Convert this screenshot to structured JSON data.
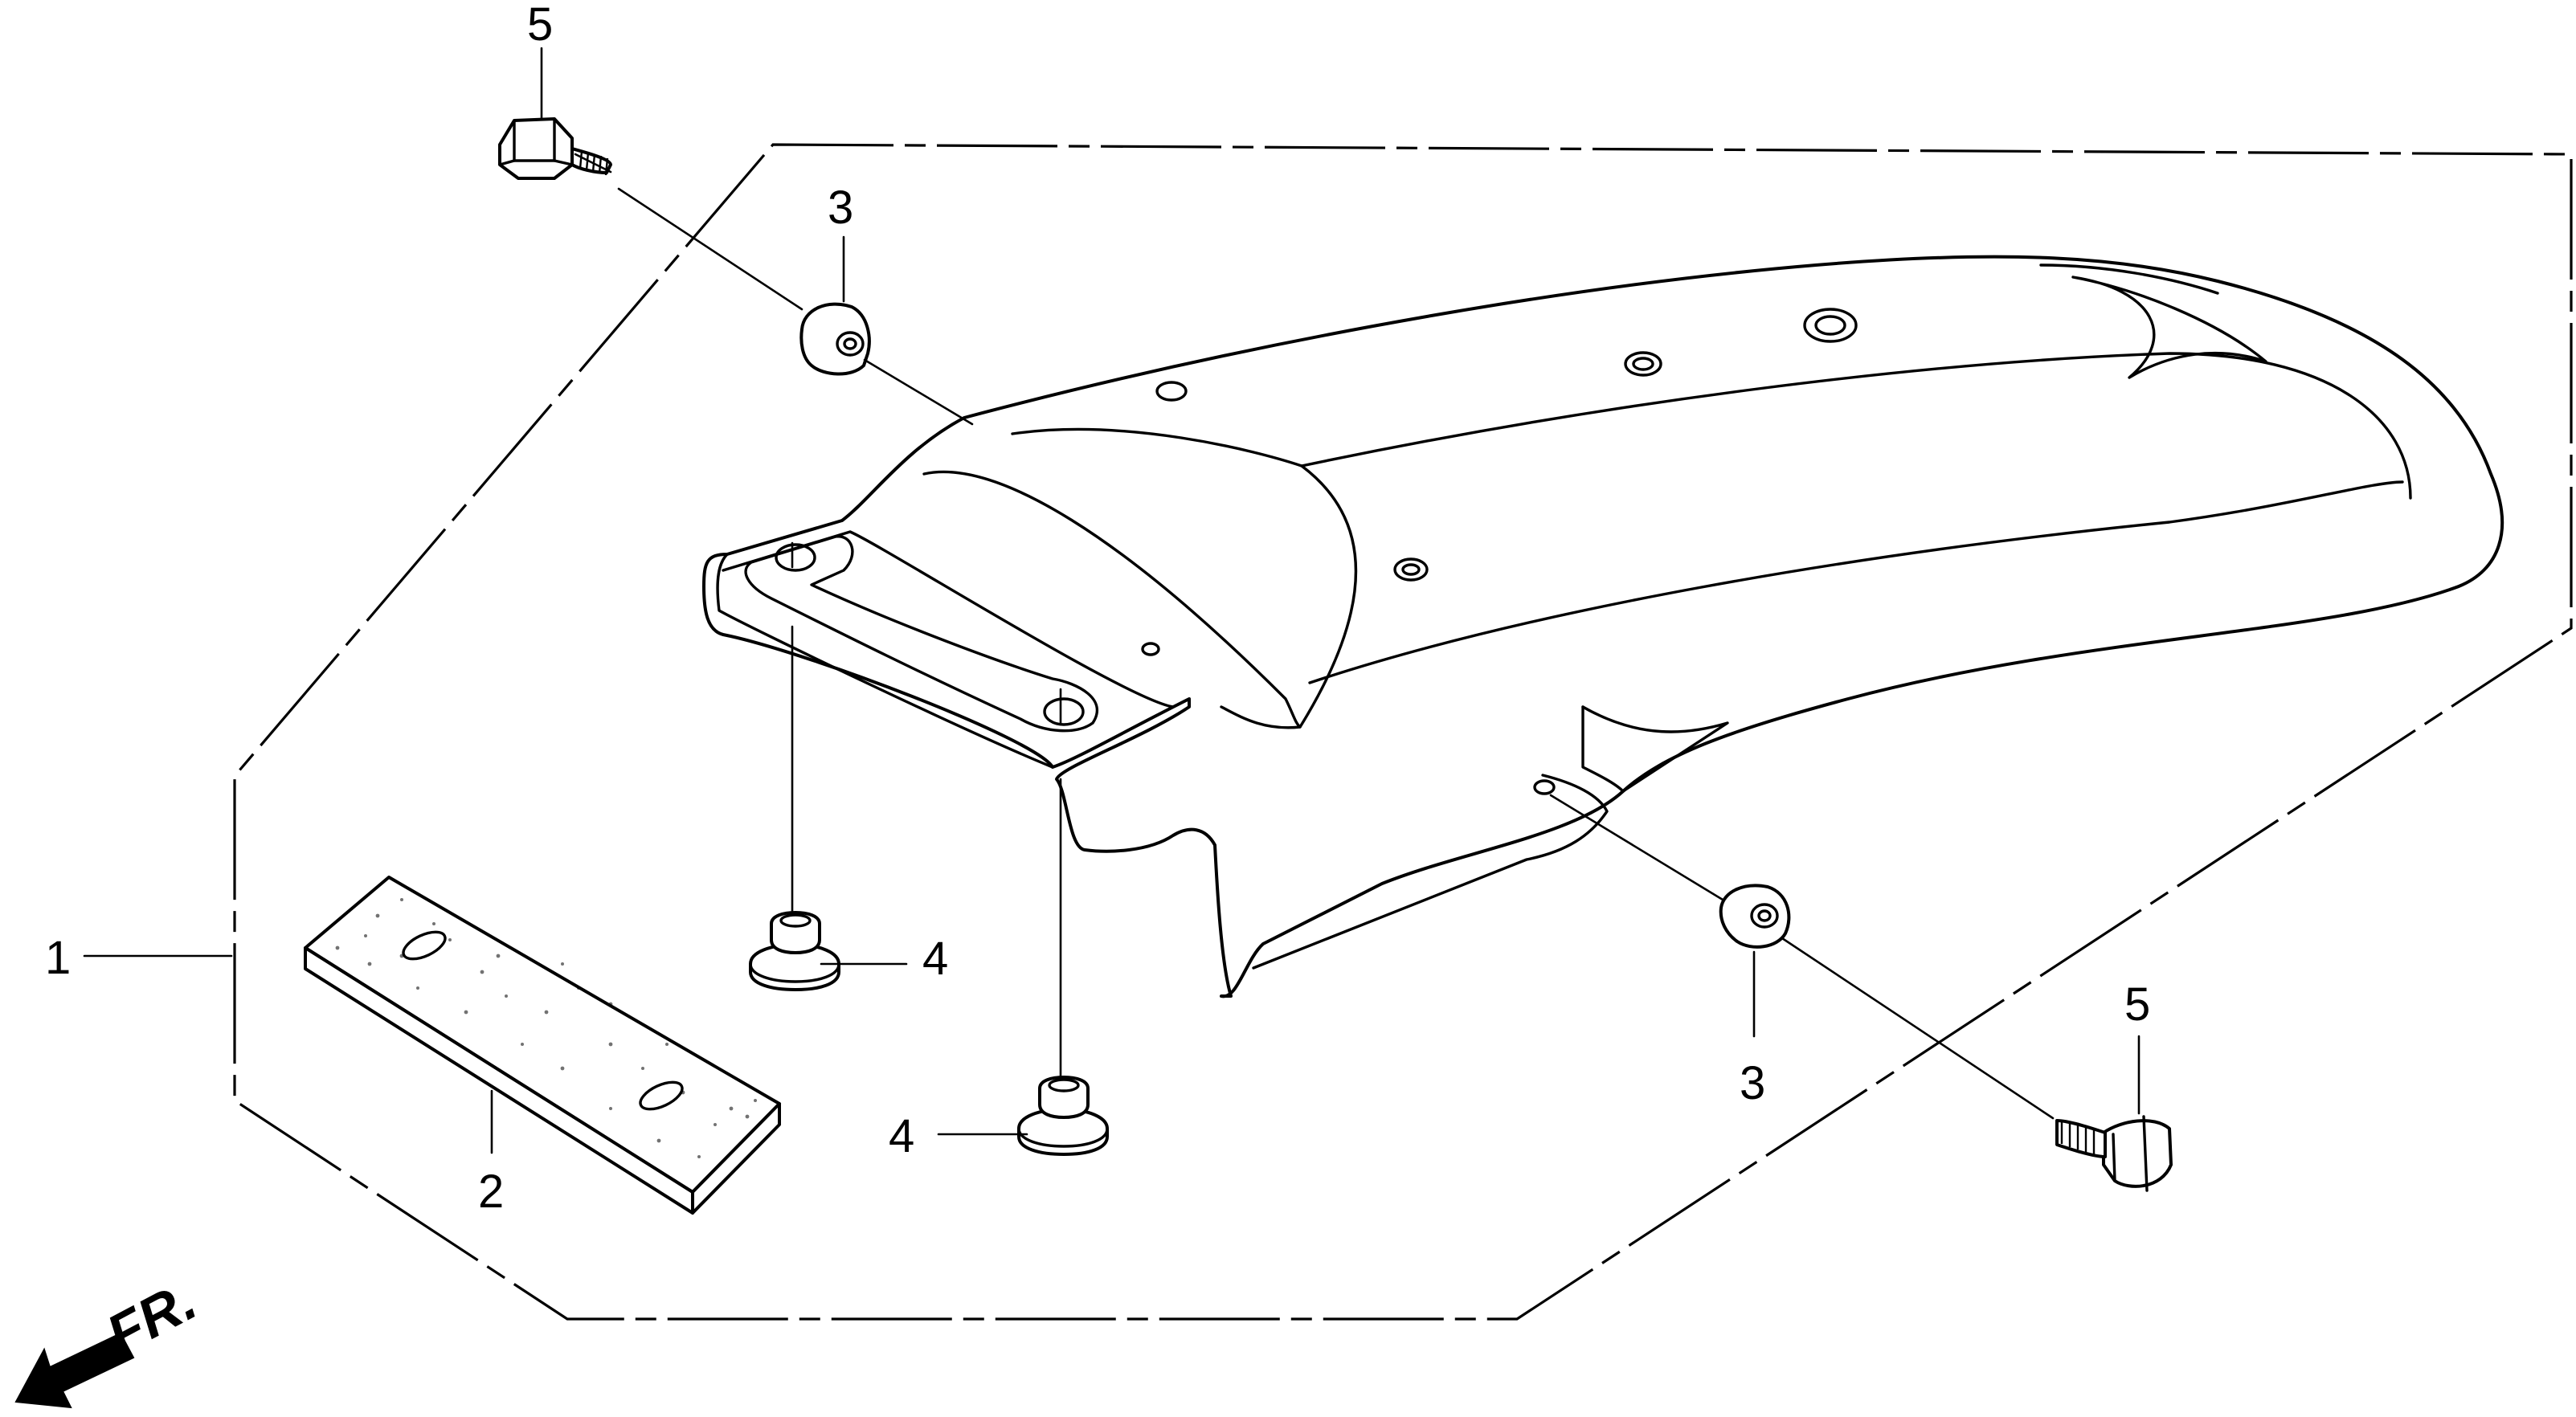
{
  "callouts": {
    "part_1": "1",
    "part_2": "2",
    "part_3_upper": "3",
    "part_3_lower": "3",
    "part_4_upper": "4",
    "part_4_lower": "4",
    "part_5_upper": "5",
    "part_5_lower": "5"
  },
  "orientation": {
    "label": "FR."
  }
}
